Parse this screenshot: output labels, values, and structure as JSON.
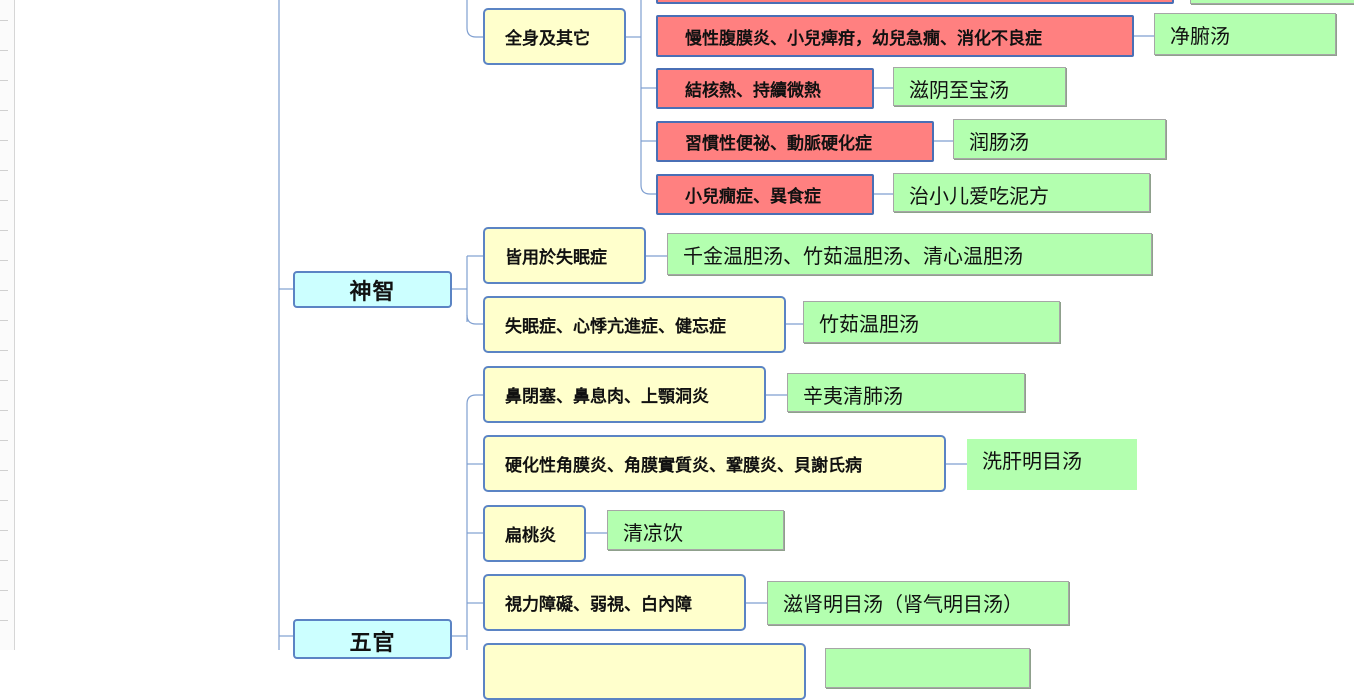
{
  "categories": {
    "shenzhi": "神智",
    "wuguan": "五官"
  },
  "symptoms": {
    "quanshen": "全身及其它",
    "shimian": "皆用於失眠症",
    "xinji": "失眠症、心悸亢進症、健忘症",
    "bi": "鼻閉塞、鼻息肉、上顎洞炎",
    "yan": "硬化性角膜炎、角膜實質炎、鞏膜炎、貝謝氏病",
    "bianti": "扁桃炎",
    "shili": "視力障礙、弱視、白內障",
    "next": ""
  },
  "diseases": {
    "fumo": "慢性腹膜炎、小兒痺疳，幼兒急癇、消化不良症",
    "jiehe": "結核熱、持續微熱",
    "bianmi": "習慣性便祕、動脈硬化症",
    "yishi": "小兒癇症、異食症"
  },
  "remedies": {
    "fumo": "净腑汤",
    "jiehe": "滋阴至宝汤",
    "bianmi": "润肠汤",
    "yishi": "治小儿爱吃泥方",
    "shimian": "千金温胆汤、竹茹温胆汤、清心温胆汤",
    "xinji": "竹茹温胆汤",
    "bi": "辛夷清肺汤",
    "yan": "洗肝明目汤",
    "bianti": "清凉饮",
    "shili": "滋肾明目汤（肾气明目汤）",
    "next": ""
  },
  "colors": {
    "category_fill": "#ccffff",
    "symptom_fill": "#ffffcc",
    "disease_fill": "#ff8080",
    "remedy_fill": "#b3ffaf",
    "connector": "#7f9fd0"
  }
}
